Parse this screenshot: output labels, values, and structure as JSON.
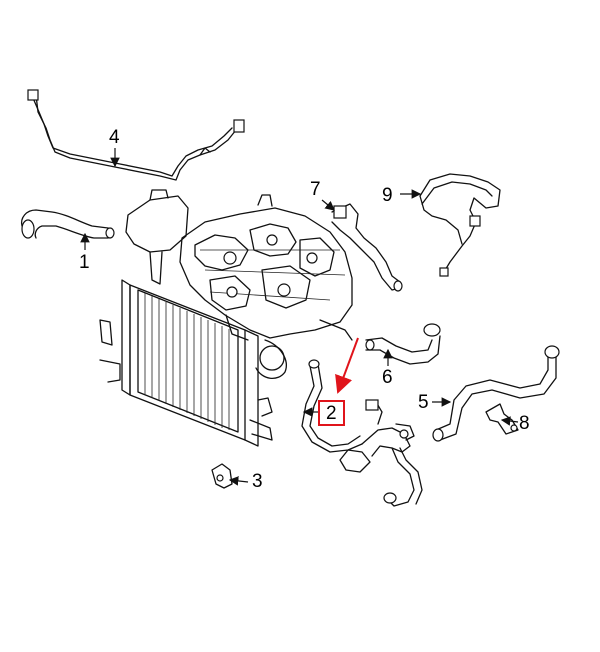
{
  "callouts": {
    "c1": "1",
    "c2": "2",
    "c3": "3",
    "c4": "4",
    "c5": "5",
    "c6": "6",
    "c7": "7",
    "c8": "8",
    "c9": "9"
  },
  "highlight": {
    "part": "2",
    "color": "#e0141b"
  }
}
